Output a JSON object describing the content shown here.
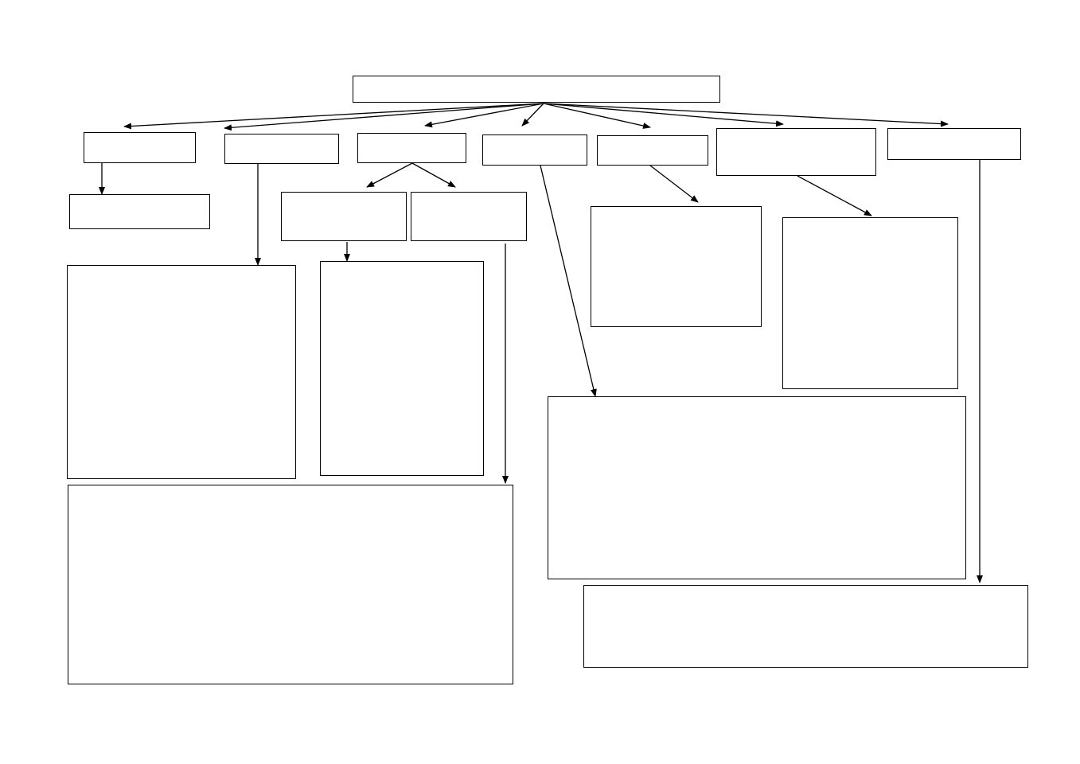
{
  "diagram": {
    "stroke_color": "#000000",
    "background_color": "#ffffff",
    "nodes": [
      {
        "id": "root",
        "label": ""
      },
      {
        "id": "c1",
        "label": ""
      },
      {
        "id": "c2",
        "label": ""
      },
      {
        "id": "c3",
        "label": ""
      },
      {
        "id": "c4",
        "label": ""
      },
      {
        "id": "c5",
        "label": ""
      },
      {
        "id": "c6",
        "label": ""
      },
      {
        "id": "c7",
        "label": ""
      },
      {
        "id": "c1a",
        "label": ""
      },
      {
        "id": "c3a",
        "label": ""
      },
      {
        "id": "c3b",
        "label": ""
      },
      {
        "id": "big-left",
        "label": ""
      },
      {
        "id": "mid-tall",
        "label": ""
      },
      {
        "id": "c5a",
        "label": ""
      },
      {
        "id": "c6a",
        "label": ""
      },
      {
        "id": "bottom-left",
        "label": ""
      },
      {
        "id": "big-right",
        "label": ""
      },
      {
        "id": "bottom-right",
        "label": ""
      }
    ],
    "edges": [
      {
        "from": "root",
        "to": "c1"
      },
      {
        "from": "root",
        "to": "c2"
      },
      {
        "from": "root",
        "to": "c3"
      },
      {
        "from": "root",
        "to": "c4"
      },
      {
        "from": "root",
        "to": "c5"
      },
      {
        "from": "root",
        "to": "c6"
      },
      {
        "from": "root",
        "to": "c7"
      },
      {
        "from": "c1",
        "to": "c1a"
      },
      {
        "from": "c2",
        "to": "big-left"
      },
      {
        "from": "c3",
        "to": "c3a"
      },
      {
        "from": "c3",
        "to": "c3b"
      },
      {
        "from": "c3a",
        "to": "mid-tall"
      },
      {
        "from": "c3b",
        "to": "bottom-left"
      },
      {
        "from": "c4",
        "to": "big-right"
      },
      {
        "from": "c5",
        "to": "c5a"
      },
      {
        "from": "c6",
        "to": "c6a"
      },
      {
        "from": "c7",
        "to": "bottom-right"
      }
    ]
  }
}
